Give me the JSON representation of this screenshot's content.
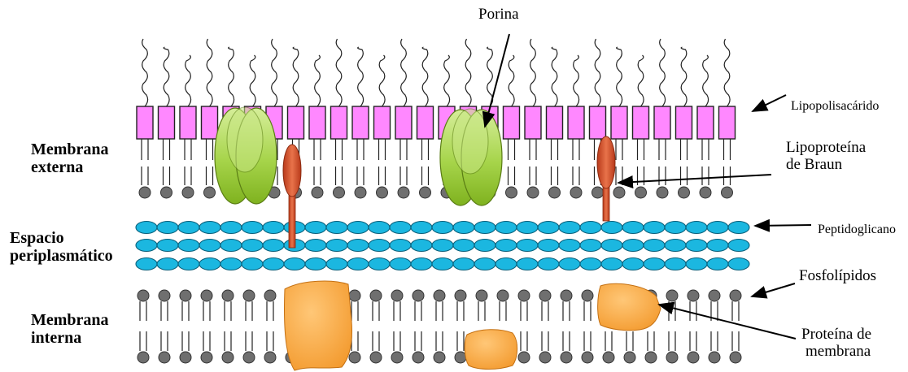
{
  "labels": {
    "porina": "Porina",
    "lipopolisacarido": "Lipopolisacárido",
    "membrana_externa_1": "Membrana",
    "membrana_externa_2": "externa",
    "lipoproteina_1": "Lipoproteína",
    "lipoproteina_2": "de Braun",
    "espacio_1": "Espacio",
    "espacio_2": "periplasmático",
    "peptidoglicano": "Peptidoglicano",
    "fosfolipidos": "Fosfolípidos",
    "membrana_interna_1": "Membrana",
    "membrana_interna_2": "interna",
    "proteina_1": "Proteína de",
    "proteina_2": "membrana"
  },
  "colors": {
    "lps_block": "#ff88ff",
    "porin": "#a6d44a",
    "lipoprotein": "#d9542b",
    "peptidoglycan": "#1bb7e0",
    "phospholipid_head": "#6f6f6f",
    "membrane_protein": "#f7a33b"
  }
}
